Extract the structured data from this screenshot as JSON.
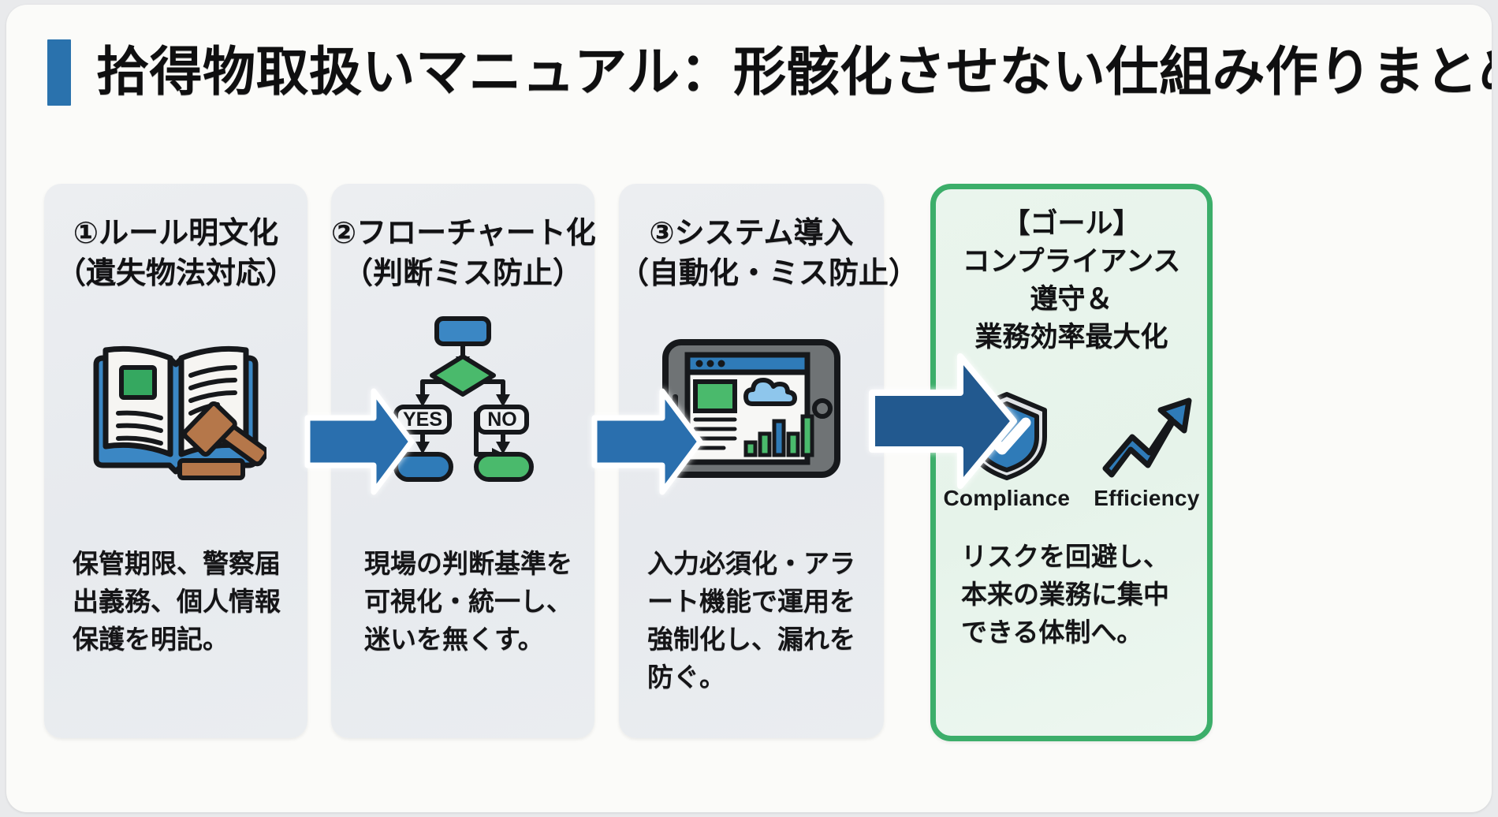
{
  "title": {
    "text": "拾得物取扱いマニュアル：形骸化させない仕組み作りまとめ",
    "accent_color": "#2a72ad"
  },
  "colors": {
    "page_bg": "#fbfbf9",
    "card_bg": "#eaedf0",
    "goal_bg": "#e8f4ec",
    "goal_border": "#3cae6a",
    "arrow_blue": "#2a6fae",
    "icon_blue": "#3b87c4",
    "icon_green": "#35a860",
    "icon_brown": "#b5774a",
    "icon_outline": "#16181b"
  },
  "steps": [
    {
      "heading_line1": "①ルール明文化",
      "heading_line2": "（遺失物法対応）",
      "icon": "open-book-with-gavel-icon",
      "body": "保管期限、警察届出義務、個人情報保護を明記。"
    },
    {
      "heading_line1": "②フローチャート化",
      "heading_line2": "（判断ミス防止）",
      "icon": "flowchart-icon",
      "body": "現場の判断基準を可視化・統一し、迷いを無くす。",
      "flowchart": {
        "yes_label": "YES",
        "no_label": "NO"
      }
    },
    {
      "heading_line1": "③システム導入",
      "heading_line2": "（自動化・ミス防止）",
      "icon": "tablet-dashboard-icon",
      "body": "入力必須化・アラート機能で運用を強制化し、漏れを防ぐ。"
    }
  ],
  "goal": {
    "heading_line1": "【ゴール】",
    "heading_line2": "コンプライアンス",
    "heading_line3": "遵守＆",
    "heading_line4": "業務効率最大化",
    "icons": [
      {
        "name": "shield-check-icon",
        "label": "Compliance"
      },
      {
        "name": "growth-arrow-icon",
        "label": "Efficiency"
      }
    ],
    "body": "リスクを回避し、本来の業務に集中できる体制へ。"
  },
  "arrows": [
    {
      "name": "flow-arrow-1"
    },
    {
      "name": "flow-arrow-2"
    },
    {
      "name": "flow-arrow-3"
    }
  ]
}
